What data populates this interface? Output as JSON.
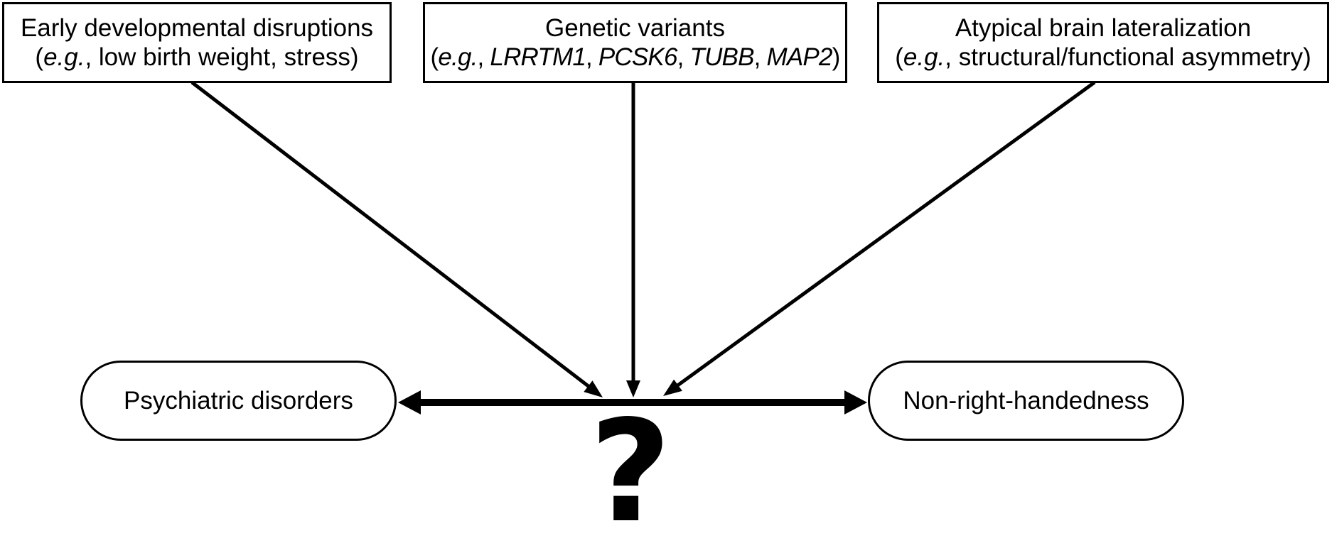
{
  "figure": {
    "background": "#ffffff",
    "line_color": "#000000",
    "text_color": "#000000"
  },
  "top_boxes": [
    {
      "title": "Early developmental disruptions",
      "subtitle_segments": [
        {
          "t": "(",
          "i": false
        },
        {
          "t": "e.g.",
          "i": true
        },
        {
          "t": ", low birth weight, stress)",
          "i": false
        }
      ]
    },
    {
      "title": "Genetic variants",
      "subtitle_segments": [
        {
          "t": "(",
          "i": false
        },
        {
          "t": "e.g.",
          "i": true
        },
        {
          "t": ", ",
          "i": false
        },
        {
          "t": "LRRTM1",
          "i": true
        },
        {
          "t": ", ",
          "i": false
        },
        {
          "t": "PCSK6",
          "i": true
        },
        {
          "t": ", ",
          "i": false
        },
        {
          "t": "TUBB",
          "i": true
        },
        {
          "t": ", ",
          "i": false
        },
        {
          "t": "MAP2",
          "i": true
        },
        {
          "t": ")",
          "i": false
        }
      ]
    },
    {
      "title": "Atypical brain lateralization",
      "subtitle_segments": [
        {
          "t": "(",
          "i": false
        },
        {
          "t": "e.g.",
          "i": true
        },
        {
          "t": ", structural/functional asymmetry)",
          "i": false
        }
      ]
    }
  ],
  "bottom_nodes": [
    {
      "label": "Psychiatric disorders"
    },
    {
      "label": "Non-right-handedness"
    }
  ],
  "center": {
    "question_mark": "?"
  }
}
